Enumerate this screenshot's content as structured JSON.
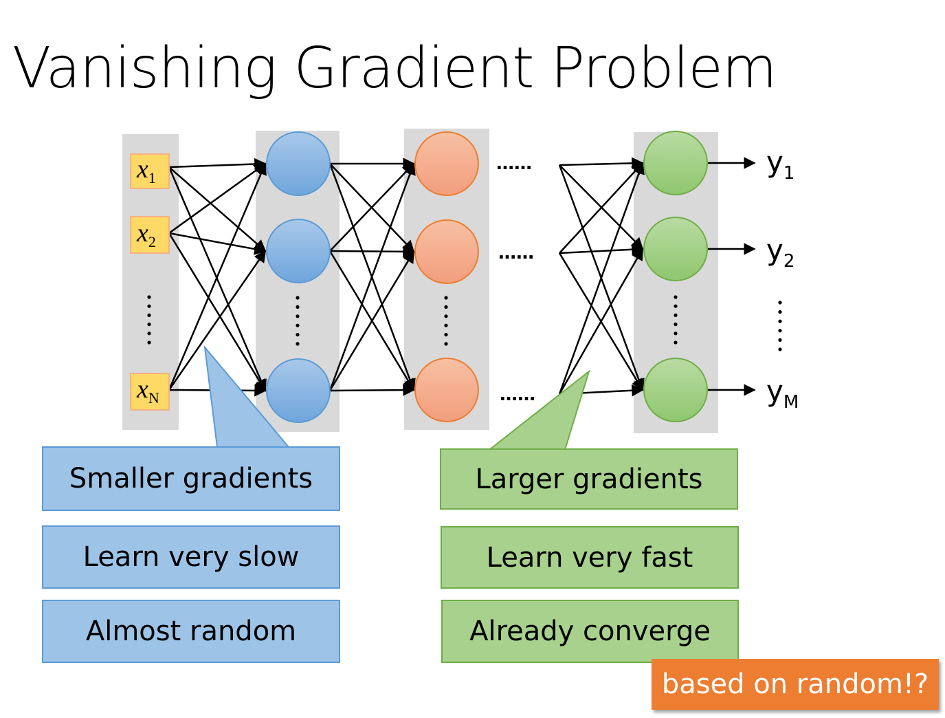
{
  "title": "Vanishing Gradient Problem",
  "inputs": [
    {
      "base": "x",
      "sub": "1"
    },
    {
      "base": "x",
      "sub": "2"
    },
    {
      "base": "x",
      "sub": "N"
    }
  ],
  "outputs": [
    {
      "base": "y",
      "sub": "1"
    },
    {
      "base": "y",
      "sub": "2"
    },
    {
      "base": "y",
      "sub": "M"
    }
  ],
  "ellipsis": "……",
  "left_callout": {
    "label": "Smaller gradients",
    "lines": [
      "Learn very slow",
      "Almost random"
    ]
  },
  "right_callout": {
    "label": "Larger gradients",
    "lines": [
      "Learn very fast",
      "Already converge"
    ]
  },
  "note": "based on random!?",
  "colors": {
    "layer_bg": "#d9d9d9",
    "input_fill": "#ffd966",
    "input_border": "#f4b183",
    "blue_node": "#9dc3e6",
    "orange_node": "#f4b183",
    "green_node": "#a9d18e",
    "note": "#ed7d31"
  }
}
